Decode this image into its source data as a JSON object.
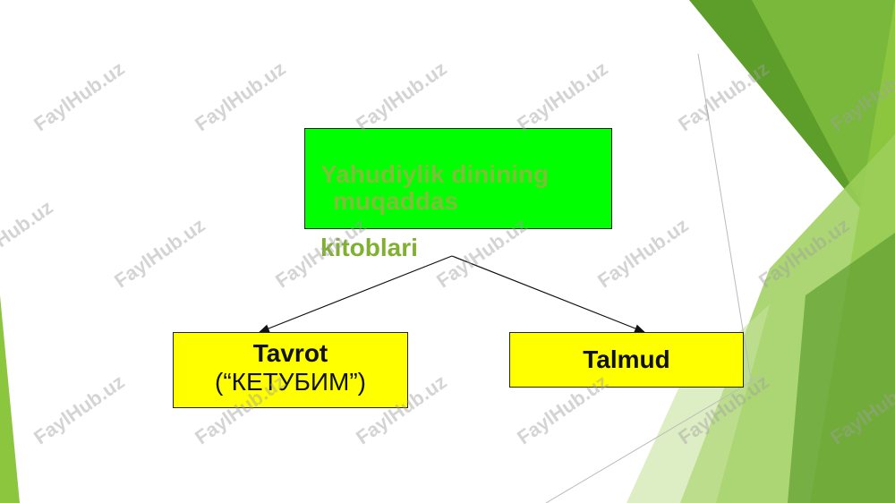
{
  "diagram": {
    "root": {
      "line1": "Yahudiylik dinining",
      "line2": "muqaddas",
      "line3": "kitoblari"
    },
    "children": [
      {
        "title": "Tavrot",
        "subtitle": "(“КЕТУБИМ”)"
      },
      {
        "title": "Talmud"
      }
    ]
  },
  "colors": {
    "root_fill": "#00ff00",
    "child_fill": "#ffff00",
    "accent_green": "#7fbf3a",
    "deco_dark_green": "#4a8a1e",
    "deco_light_green": "#8cc63f"
  },
  "watermark": {
    "text": "FaylHub.uz"
  }
}
